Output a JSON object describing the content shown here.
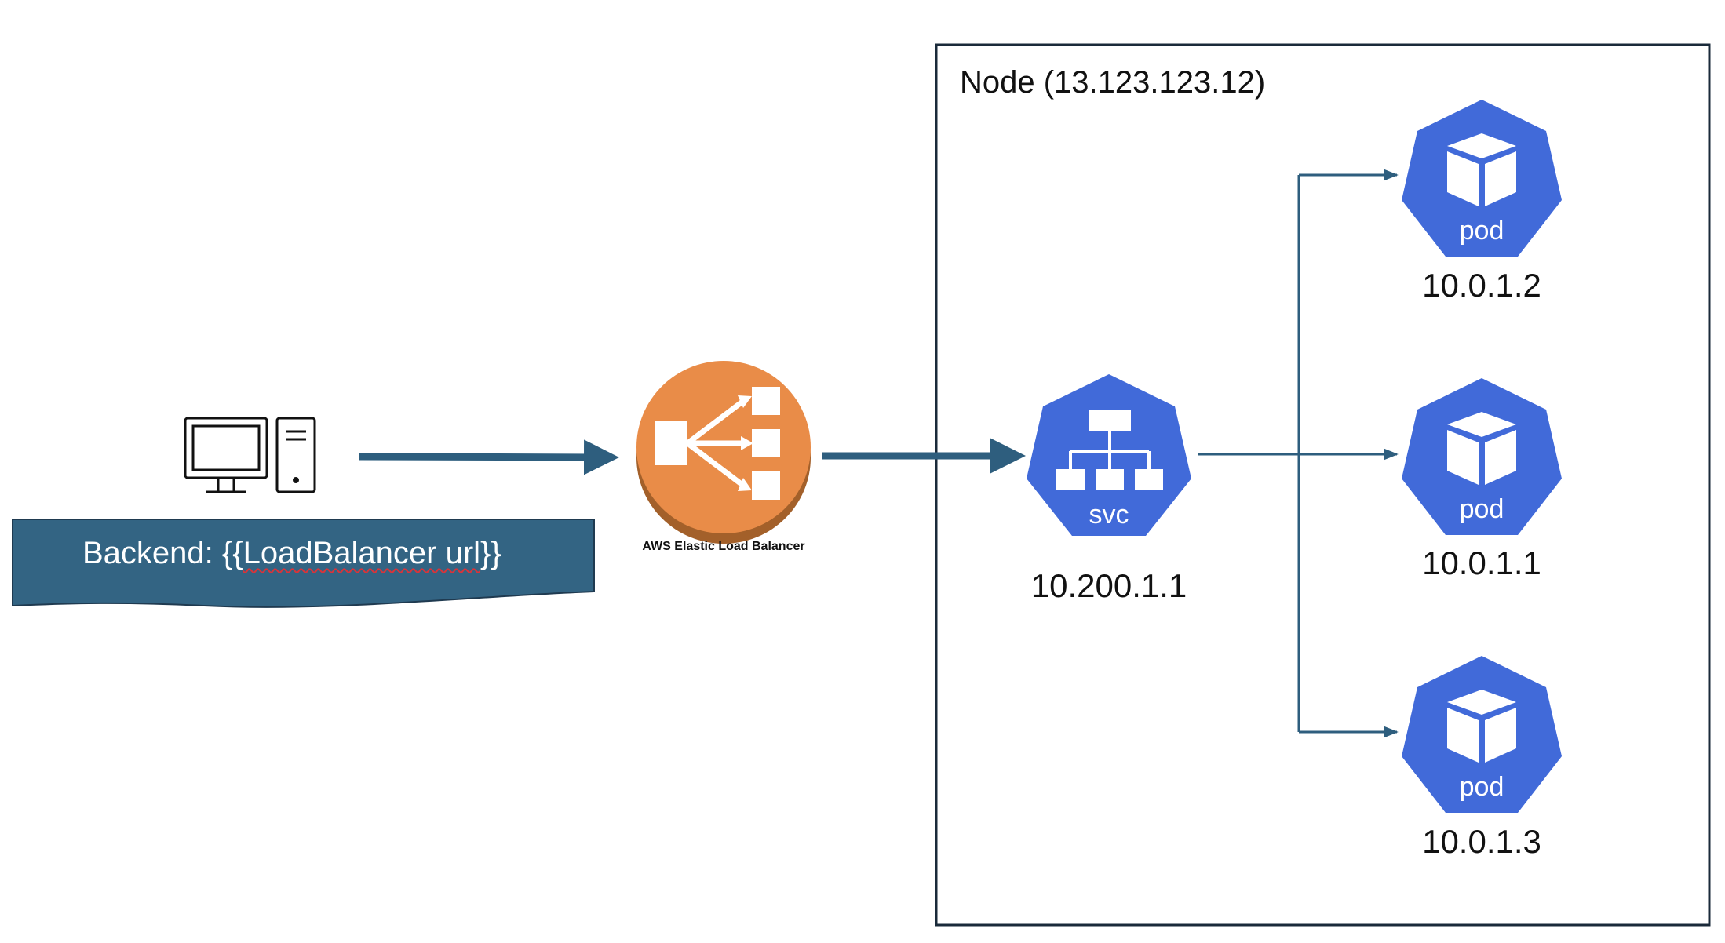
{
  "node": {
    "title": "Node (13.123.123.12)"
  },
  "client": {
    "icon": "desktop-computer-icon"
  },
  "backend": {
    "prefix": "Backend: {{",
    "link": "LoadBalancer url",
    "suffix": "}}"
  },
  "load_balancer": {
    "label": "AWS Elastic Load Balancer",
    "icon": "aws-elb-icon"
  },
  "service": {
    "icon_label": "svc",
    "ip": "10.200.1.1",
    "icon": "k8s-service-icon"
  },
  "pods": [
    {
      "icon_label": "pod",
      "ip": "10.0.1.2",
      "icon": "k8s-pod-icon"
    },
    {
      "icon_label": "pod",
      "ip": "10.0.1.1",
      "icon": "k8s-pod-icon"
    },
    {
      "icon_label": "pod",
      "ip": "10.0.1.3",
      "icon": "k8s-pod-icon"
    }
  ],
  "colors": {
    "arrow": "#2e5e7e",
    "k8s_blue": "#416ad9",
    "elb_orange": "#e98c48",
    "elb_dark": "#a3602a",
    "backend_bg": "#336483",
    "node_border": "#1a2a3a"
  }
}
